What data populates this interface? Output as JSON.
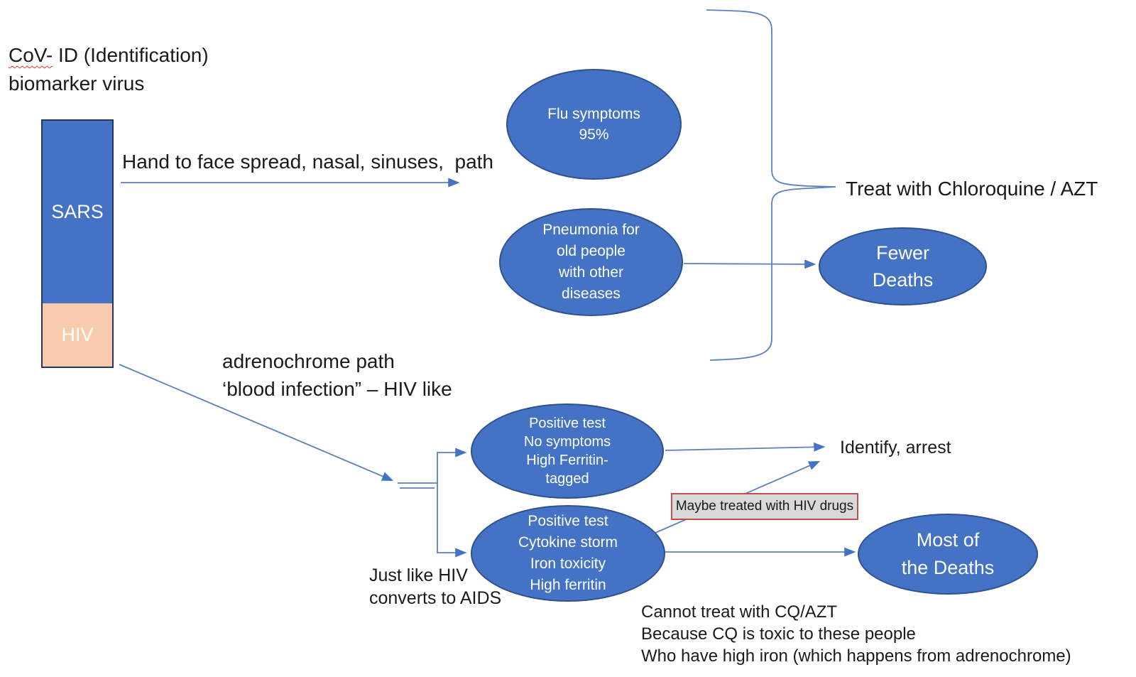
{
  "title": {
    "cov": "CoV-",
    "rest": " ID (Identification)",
    "line2": "biomarker virus"
  },
  "bar": {
    "sars_label": "SARS",
    "hiv_label": "HIV"
  },
  "path_labels": {
    "hand": "Hand to face spread, nasal, sinuses,  path",
    "adreno_line1": "adrenochrome path",
    "adreno_line2": "‘blood infection” – HIV like"
  },
  "nodes": {
    "flu": {
      "lines": [
        "Flu symptoms",
        "95%"
      ]
    },
    "pneumonia": {
      "lines": [
        "Pneumonia for",
        "old people",
        "with other",
        "diseases"
      ]
    },
    "fewer_deaths": {
      "lines": [
        "Fewer",
        "Deaths"
      ]
    },
    "positive_no_symptoms": {
      "lines": [
        "Positive test",
        "No symptoms",
        "High Ferritin-",
        "tagged"
      ]
    },
    "positive_cytokine": {
      "lines": [
        "Positive test",
        "Cytokine storm",
        "Iron toxicity",
        "High ferritin"
      ]
    },
    "most_deaths": {
      "lines": [
        "Most of",
        "the Deaths"
      ]
    }
  },
  "labels": {
    "treat": "Treat with Chloroquine / AZT",
    "identify": "Identify, arrest",
    "maybe_box": "Maybe treated with HIV drugs",
    "just_like_line1": "Just like HIV",
    "just_like_line2": "converts to AIDS",
    "cannot_line1": "Cannot treat with CQ/AZT",
    "cannot_line2": "Because CQ is toxic to these people",
    "cannot_line3": "Who have high iron (which happens from adrenochrome)"
  },
  "colors": {
    "node_fill": "#4472c4",
    "node_border": "#2f528f",
    "hiv_segment_fill": "#f8cbad",
    "bar_border": "#24365f",
    "connector": "#5b80bd",
    "arrowhead": "#4472c4",
    "callout_fill": "#d9d9d9",
    "callout_border": "#c0504d",
    "text": "#1a1a1a",
    "spellcheck_squiggle": "#d83a3a",
    "node_text": "#ffffff"
  }
}
